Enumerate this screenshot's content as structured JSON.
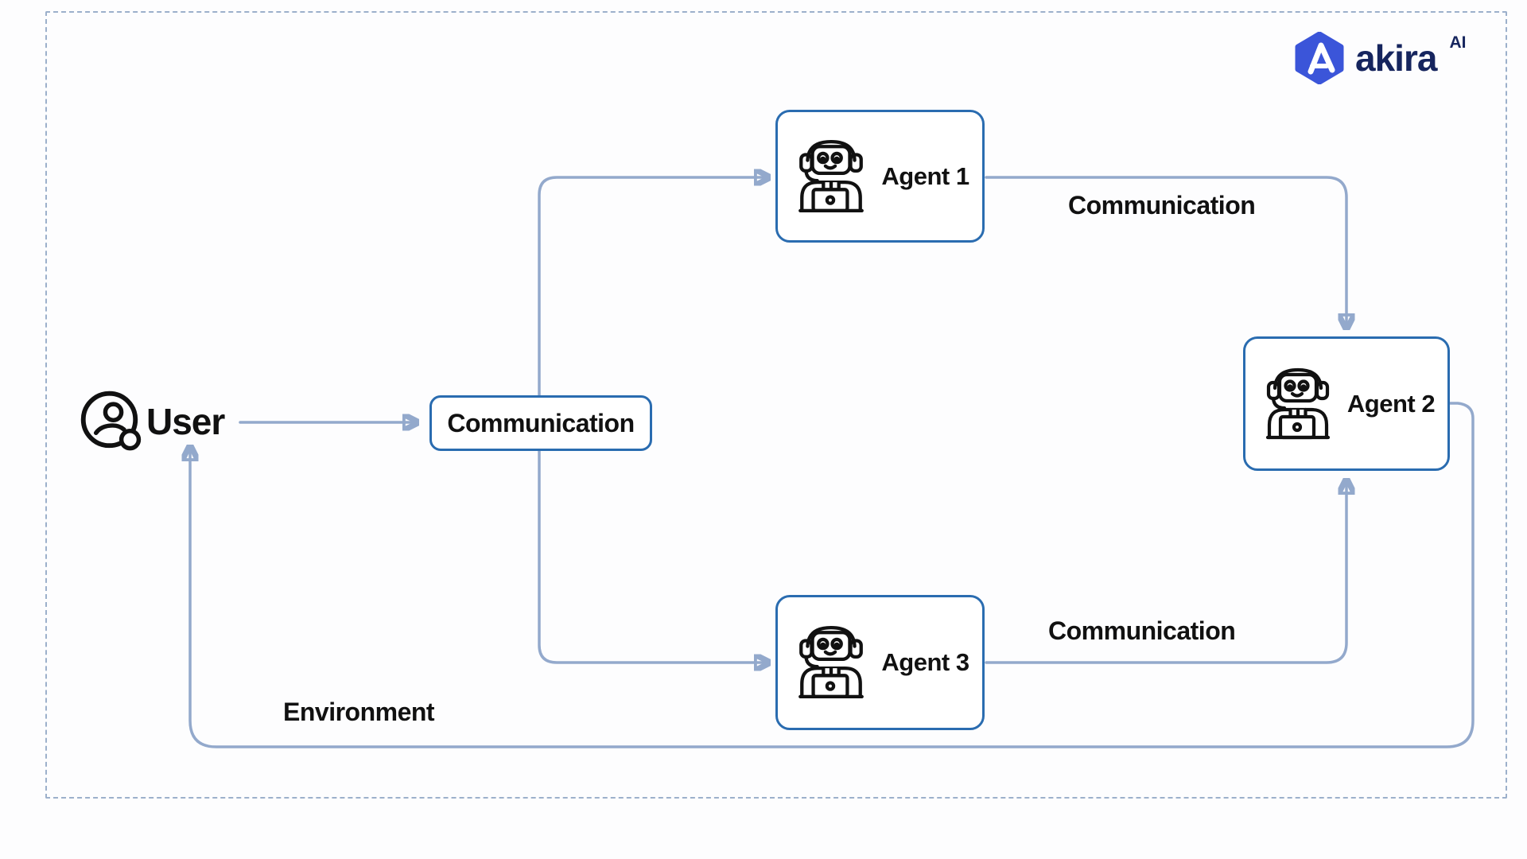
{
  "logo": {
    "brand": "akira",
    "superscript": "AI",
    "icon": "akira-hexagon-logo"
  },
  "nodes": {
    "user": {
      "label": "User",
      "icon": "user-circle-icon"
    },
    "communication": {
      "label": "Communication"
    },
    "agent1": {
      "label": "Agent 1",
      "icon": "robot-agent-icon"
    },
    "agent2": {
      "label": "Agent 2",
      "icon": "robot-agent-icon"
    },
    "agent3": {
      "label": "Agent 3",
      "icon": "robot-agent-icon"
    }
  },
  "edge_labels": {
    "agent1_to_agent2": "Communication",
    "agent3_to_agent2": "Communication",
    "environment_feedback": "Environment"
  },
  "colors": {
    "node_border": "#2a6cb0",
    "connector": "#93a9cc",
    "dashed_frame": "#9cb0cb",
    "logo_hexagon": "#3b55d9",
    "brand_navy": "#16255e",
    "text": "#111111",
    "background": "#fdfdfe"
  }
}
